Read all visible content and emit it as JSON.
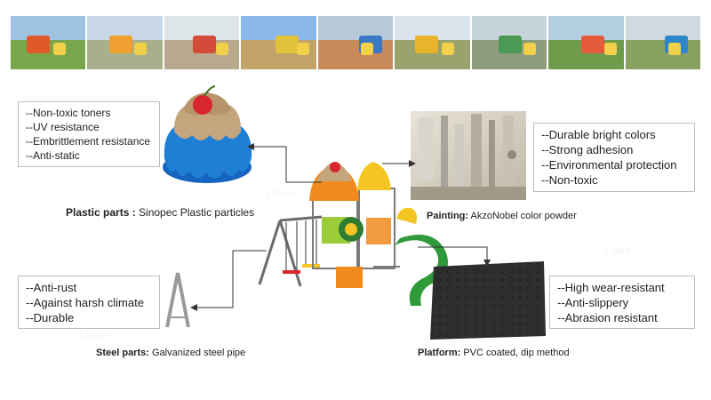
{
  "photo_strip": {
    "photos": [
      {
        "name": "playground-photo-1",
        "sky": "#9fc3e3",
        "ground": "#7aa64b",
        "accent": "#e0592a"
      },
      {
        "name": "playground-photo-2",
        "sky": "#c9d8e6",
        "ground": "#a7b08a",
        "accent": "#f0a030"
      },
      {
        "name": "playground-photo-3",
        "sky": "#dfe6ea",
        "ground": "#b9a98c",
        "accent": "#d44b3a"
      },
      {
        "name": "playground-photo-4",
        "sky": "#8ab8e8",
        "ground": "#c2a46a",
        "accent": "#e2c23a"
      },
      {
        "name": "playground-photo-5",
        "sky": "#b7c9d6",
        "ground": "#c98a5a",
        "accent": "#3a78c4"
      },
      {
        "name": "playground-photo-6",
        "sky": "#d9e4ec",
        "ground": "#9aa36e",
        "accent": "#e8b42c"
      },
      {
        "name": "playground-photo-7",
        "sky": "#c8d4dc",
        "ground": "#8c9c7c",
        "accent": "#4a9a54"
      },
      {
        "name": "playground-photo-8",
        "sky": "#b3cfe0",
        "ground": "#6f9c4a",
        "accent": "#e45a3a"
      },
      {
        "name": "playground-photo-9",
        "sky": "#cfd9df",
        "ground": "#88a060",
        "accent": "#2d86c8"
      }
    ]
  },
  "plastic": {
    "features": [
      "--Non-toxic toners",
      "--UV resistance",
      "--Embrittlement resistance",
      "--Anti-static"
    ],
    "caption_label": "Plastic parts :",
    "caption_value": " Sinopec Plastic particles"
  },
  "painting": {
    "features": [
      "--Durable bright colors",
      "--Strong adhesion",
      "--Environmental protection",
      "--Non-toxic"
    ],
    "caption_label": "Painting:",
    "caption_value": " AkzoNobel color powder"
  },
  "steel": {
    "features": [
      "--Anti-rust",
      "--Against harsh climate",
      "--Durable"
    ],
    "caption_label": "Steel parts:",
    "caption_value": " Galvanized steel pipe"
  },
  "platform": {
    "features": [
      "--High wear-resistant",
      "--Anti-slippery",
      "--Abrasion resistant"
    ],
    "caption_label": "Platform:",
    "caption_value": " PVC coated, dip method"
  },
  "brand_mark": "Liben",
  "colors": {
    "box_border": "#bdbdbd",
    "arrow": "#333333",
    "plastic_blue": "#1f7fd4",
    "plastic_tan": "#c4a57e",
    "cherry_red": "#d8262e",
    "slide_green": "#2e9a3a",
    "roof_orange": "#f08a1c",
    "roof_yellow": "#f5c623",
    "steel_grey": "#9a9a9a",
    "mat_dark": "#2a2a2a"
  }
}
